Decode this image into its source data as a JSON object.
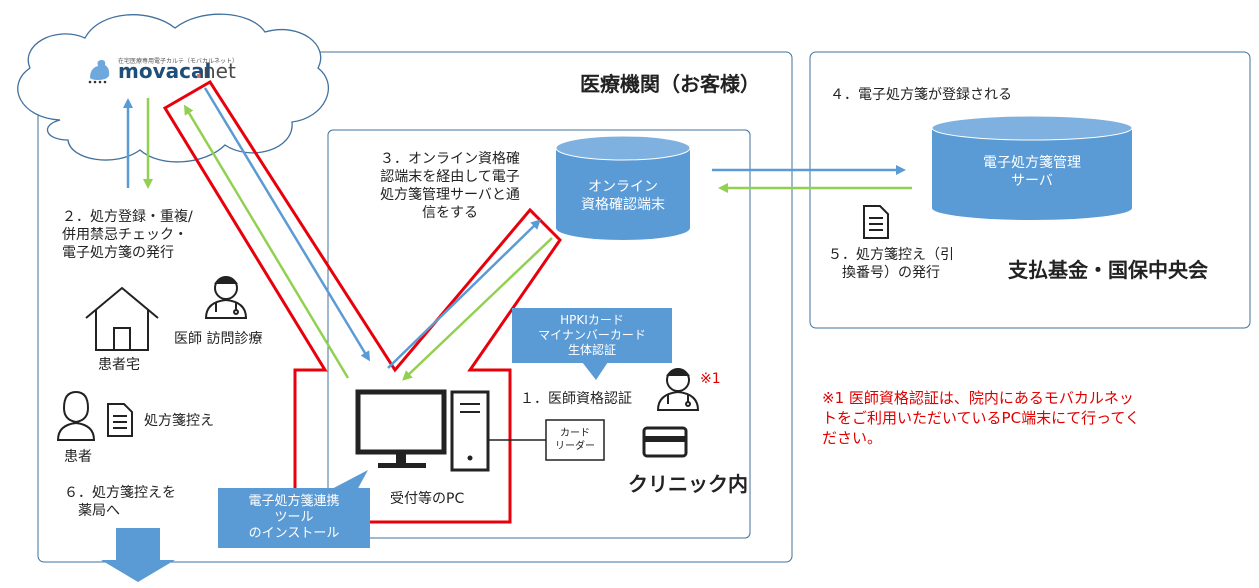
{
  "cloud": {
    "tagline": "在宅医療専用電子カルテ（モバカルネット）",
    "brand_main": "movacal",
    "brand_dot": ".",
    "brand_tld": "net"
  },
  "regions": {
    "medical_institution": "医療機関（お客様）",
    "clinic_inside": "クリニック内",
    "payment_fund": "支払基金・国保中央会"
  },
  "steps": {
    "s1": "１．医師資格認証",
    "s2": [
      "２．処方登録・重複/",
      "併用禁忌チェック・",
      "電子処方箋の発行"
    ],
    "s3": [
      "３．オンライン資格確",
      "認端末を経由して電子",
      "処方箋管理サーバと通",
      "信をする"
    ],
    "s4": "４．電子処方箋が登録される",
    "s5": [
      "５．処方箋控え（引",
      "換番号）の発行"
    ],
    "s6": [
      "６．処方箋控えを",
      "薬局へ"
    ]
  },
  "databases": {
    "online_terminal": [
      "オンライン",
      "資格確認端末"
    ],
    "prescription_server": [
      "電子処方箋管理",
      "サーバ"
    ]
  },
  "callouts": {
    "auth_methods": [
      "HPKIカード",
      "マイナンバーカード",
      "生体認証"
    ],
    "install_tool": [
      "電子処方箋連携",
      "ツール",
      "のインストール"
    ]
  },
  "labels": {
    "patient_home": "患者宅",
    "doctor_visit": "医師 訪問診療",
    "patient": "患者",
    "prescription_copy": "処方箋控え",
    "reception_pc": "受付等のPC",
    "card_reader": [
      "カード",
      "リーダー"
    ],
    "note_mark": "※1"
  },
  "note": [
    "※1 医師資格認証は、院内にあるモバカルネッ",
    "トをご利用いただいているPC端末にて行ってく",
    "ださい。"
  ],
  "colors": {
    "blue_arrow": "#5b9bd5",
    "green_arrow": "#92d050",
    "red_outline": "#e8000b",
    "box_border": "#41719c",
    "callout_bg": "#5b9bd5"
  }
}
